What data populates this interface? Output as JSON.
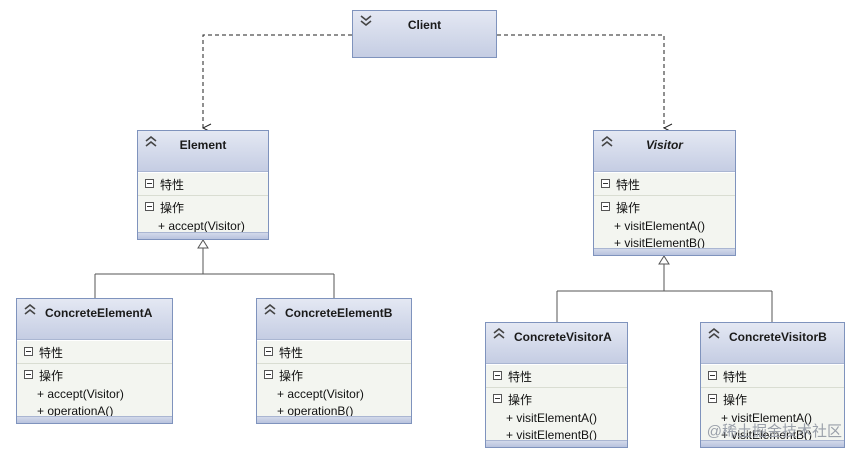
{
  "diagram": {
    "section_labels": {
      "attributes": "特性",
      "operations": "操作"
    },
    "classes": {
      "client": {
        "name": "Client"
      },
      "element": {
        "name": "Element",
        "operations": [
          "+ accept(Visitor)"
        ]
      },
      "visitor": {
        "name": "Visitor",
        "operations": [
          "+ visitElementA()",
          "+ visitElementB()"
        ]
      },
      "concrete_element_a": {
        "name": "ConcreteElementA",
        "operations": [
          "+ accept(Visitor)",
          "+ operationA()"
        ]
      },
      "concrete_element_b": {
        "name": "ConcreteElementB",
        "operations": [
          "+ accept(Visitor)",
          "+ operationB()"
        ]
      },
      "concrete_visitor_a": {
        "name": "ConcreteVisitorA",
        "operations": [
          "+ visitElementA()",
          "+ visitElementB()"
        ]
      },
      "concrete_visitor_b": {
        "name": "ConcreteVisitorB",
        "operations": [
          "+ visitElementA()",
          "+ visitElementB()"
        ]
      }
    },
    "watermark": "@稀土掘金技术社区"
  }
}
